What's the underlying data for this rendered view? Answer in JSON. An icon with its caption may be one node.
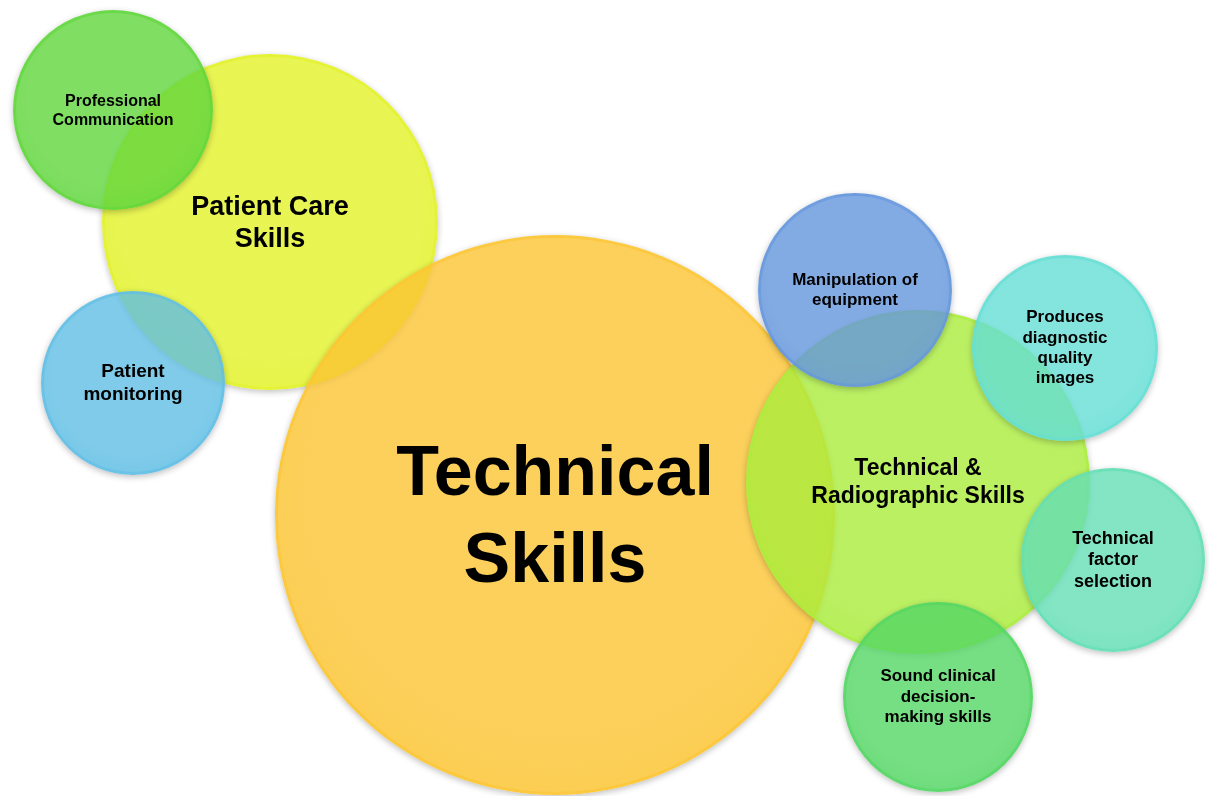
{
  "diagram": {
    "nodes": [
      {
        "text": [
          "Technical Skills"
        ]
      },
      {
        "text": [
          "Patient Care Skills"
        ]
      },
      {
        "text": [
          "Professional Communication"
        ]
      },
      {
        "text": [
          "Patient monitoring"
        ]
      },
      {
        "text": [
          "Technical & Radiographic Skills"
        ]
      },
      {
        "text": [
          "Manipulation of equipment"
        ]
      },
      {
        "text": [
          "Produces diagnostic quality images"
        ]
      },
      {
        "text": [
          "Technical factor selection"
        ]
      },
      {
        "text": [
          "Sound clinical decision-making skills"
        ]
      }
    ]
  }
}
